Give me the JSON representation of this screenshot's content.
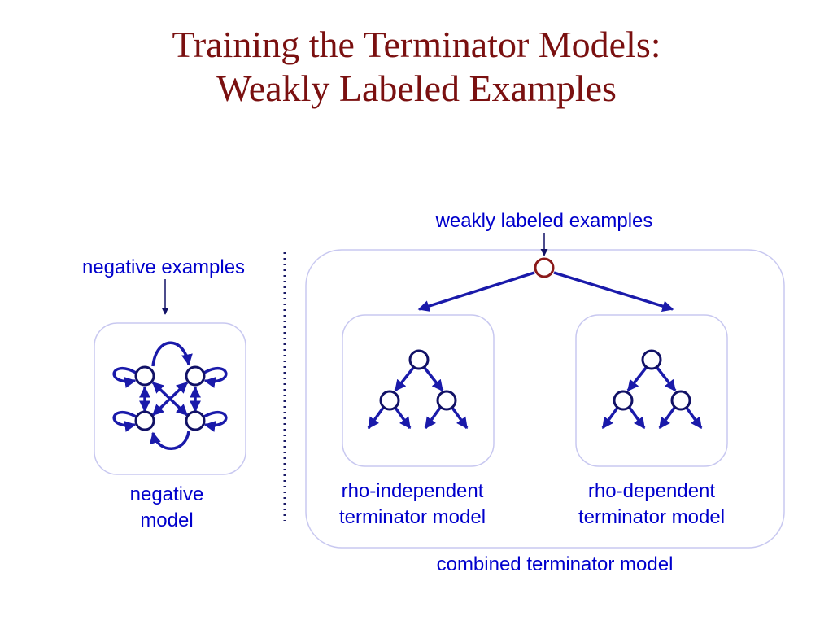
{
  "slide": {
    "title_line1": "Training the Terminator Models:",
    "title_line2": "Weakly Labeled Examples"
  },
  "labels": {
    "weakly_labeled_examples": "weakly labeled examples",
    "negative_examples": "negative examples",
    "negative_model_line1": "negative",
    "negative_model_line2": "model",
    "rho_independent_line1": "rho-independent",
    "rho_independent_line2": "terminator model",
    "rho_dependent_line1": "rho-dependent",
    "rho_dependent_line2": "terminator model",
    "combined_model": "combined terminator model"
  },
  "colors": {
    "title": "#7a1010",
    "label_text": "#0000cc",
    "edge": "#1a1aaa",
    "node_stroke": "#111166",
    "root_node_stroke": "#8b1a1a",
    "box_border": "#c8c8f0",
    "divider": "#1a1a66"
  }
}
